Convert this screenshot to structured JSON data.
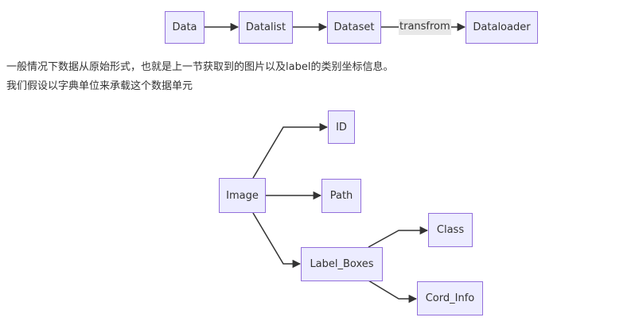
{
  "pipeline": {
    "nodes": [
      "Data",
      "Datalist",
      "Dataset",
      "Dataloader"
    ],
    "edge_label": "transfrom"
  },
  "text": {
    "line1": "一般情况下数据从原始形式，也就是上一节获取到的图片以及label的类别坐标信息。",
    "line2": "我们假设以字典单位来承载这个数据单元"
  },
  "tree": {
    "root": "Image",
    "children": [
      "ID",
      "Path",
      "Label_Boxes"
    ],
    "label_boxes_children": [
      "Class",
      "Cord_Info"
    ]
  },
  "colors": {
    "node_fill": "#ececff",
    "node_border": "#9370db",
    "edge": "#333333",
    "edge_label_bg": "#e8e8e8"
  }
}
